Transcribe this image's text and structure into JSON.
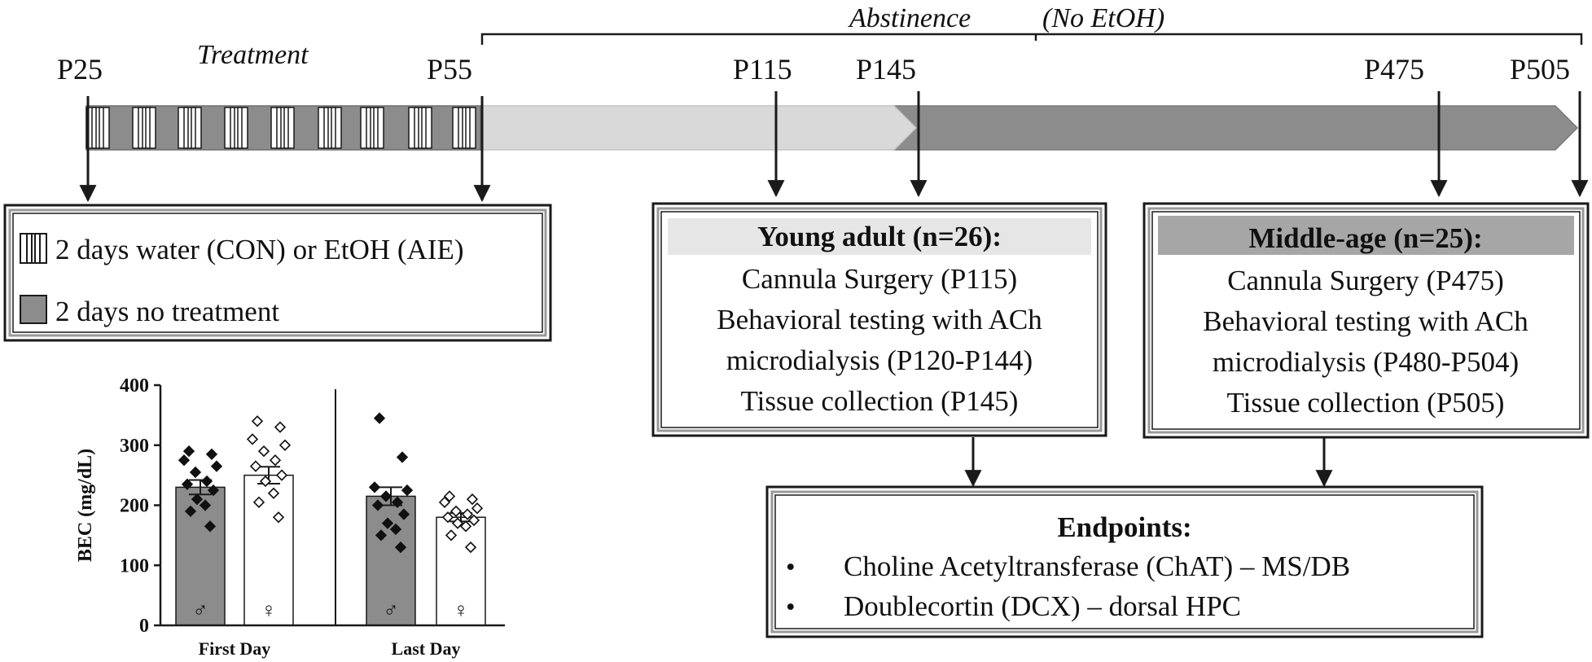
{
  "timeline": {
    "abstinence_label": "Abstinence",
    "no_etoh_label": "(No EtOH)",
    "treatment_label": "Treatment",
    "time_points": [
      "P25",
      "P55",
      "P115",
      "P145",
      "P475",
      "P505"
    ]
  },
  "legend": {
    "items": [
      {
        "icon": "striped-bar-icon",
        "label": "2 days water (CON) or EtOH (AIE)"
      },
      {
        "icon": "gray-square-icon",
        "label": "2 days no treatment"
      }
    ]
  },
  "young_adult_box": {
    "header": "Young adult (n=26):",
    "lines": [
      "Cannula Surgery (P115)",
      "Behavioral testing with ACh",
      "microdialysis (P120-P144)",
      "Tissue collection (P145)"
    ]
  },
  "middle_age_box": {
    "header": "Middle-age (n=25):",
    "lines": [
      "Cannula Surgery (P475)",
      "Behavioral testing with ACh",
      "microdialysis (P480-P504)",
      "Tissue collection (P505)"
    ]
  },
  "endpoints_box": {
    "header": "Endpoints:",
    "bullet": "•",
    "items": [
      "Choline Acetyltransferase (ChAT) – MS/DB",
      "Doublecortin (DCX) – dorsal HPC"
    ]
  },
  "colors": {
    "dark_gray": "#8c8c8c",
    "light_gray": "#d9d9d9",
    "header_light": "#e6e6e6",
    "header_dark": "#a6a6a6",
    "arrow": "#1a1a1a"
  },
  "chart_data": {
    "type": "bar",
    "ylabel": "BEC (mg/dL)",
    "ylim": [
      0,
      400
    ],
    "yticks": [
      0,
      100,
      200,
      300,
      400
    ],
    "groups": [
      "First Day",
      "Last Day"
    ],
    "bars": [
      {
        "group": "First Day",
        "sex": "♂",
        "value": 230,
        "sem": 12,
        "fill": "#8c8c8c",
        "marker": "filled-diamond",
        "points": [
          290,
          285,
          275,
          265,
          255,
          240,
          235,
          225,
          210,
          200,
          190,
          165
        ]
      },
      {
        "group": "First Day",
        "sex": "♀",
        "value": 250,
        "sem": 14,
        "fill": "#ffffff",
        "marker": "open-diamond",
        "points": [
          340,
          330,
          310,
          300,
          290,
          275,
          265,
          250,
          240,
          220,
          205,
          180
        ]
      },
      {
        "group": "Last Day",
        "sex": "♂",
        "value": 215,
        "sem": 15,
        "fill": "#8c8c8c",
        "marker": "filled-diamond",
        "points": [
          345,
          280,
          230,
          225,
          215,
          205,
          200,
          185,
          170,
          160,
          150,
          130
        ]
      },
      {
        "group": "Last Day",
        "sex": "♀",
        "value": 180,
        "sem": 7,
        "fill": "#ffffff",
        "marker": "open-diamond",
        "points": [
          215,
          210,
          205,
          195,
          190,
          185,
          180,
          175,
          170,
          165,
          150,
          130
        ]
      }
    ]
  }
}
